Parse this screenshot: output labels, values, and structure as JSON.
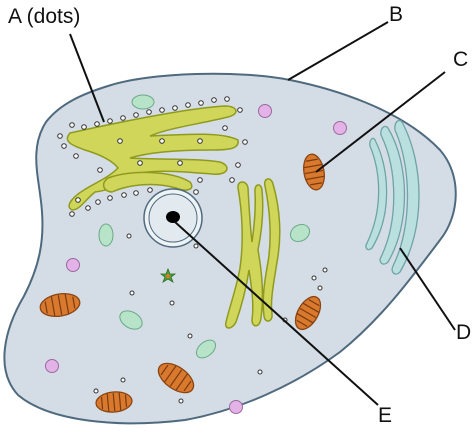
{
  "labels": {
    "a": "A (dots)",
    "b": "B",
    "c": "C",
    "d": "D",
    "e": "E"
  },
  "colors": {
    "cytoplasm": "#d4dde6",
    "membrane": "#4f6a7e",
    "er_fill": "#cfd65a",
    "er_stroke": "#8f9a1e",
    "mitochondria": "#d9792e",
    "golgi": "#b9e0df",
    "vesicle_green": "#b7e3c9",
    "vesicle_purple": "#e3b3e8",
    "nucleus": "#e8eef2",
    "nucleolus": "#000000"
  },
  "icons": {
    "centrosome": "green-star-icon"
  }
}
